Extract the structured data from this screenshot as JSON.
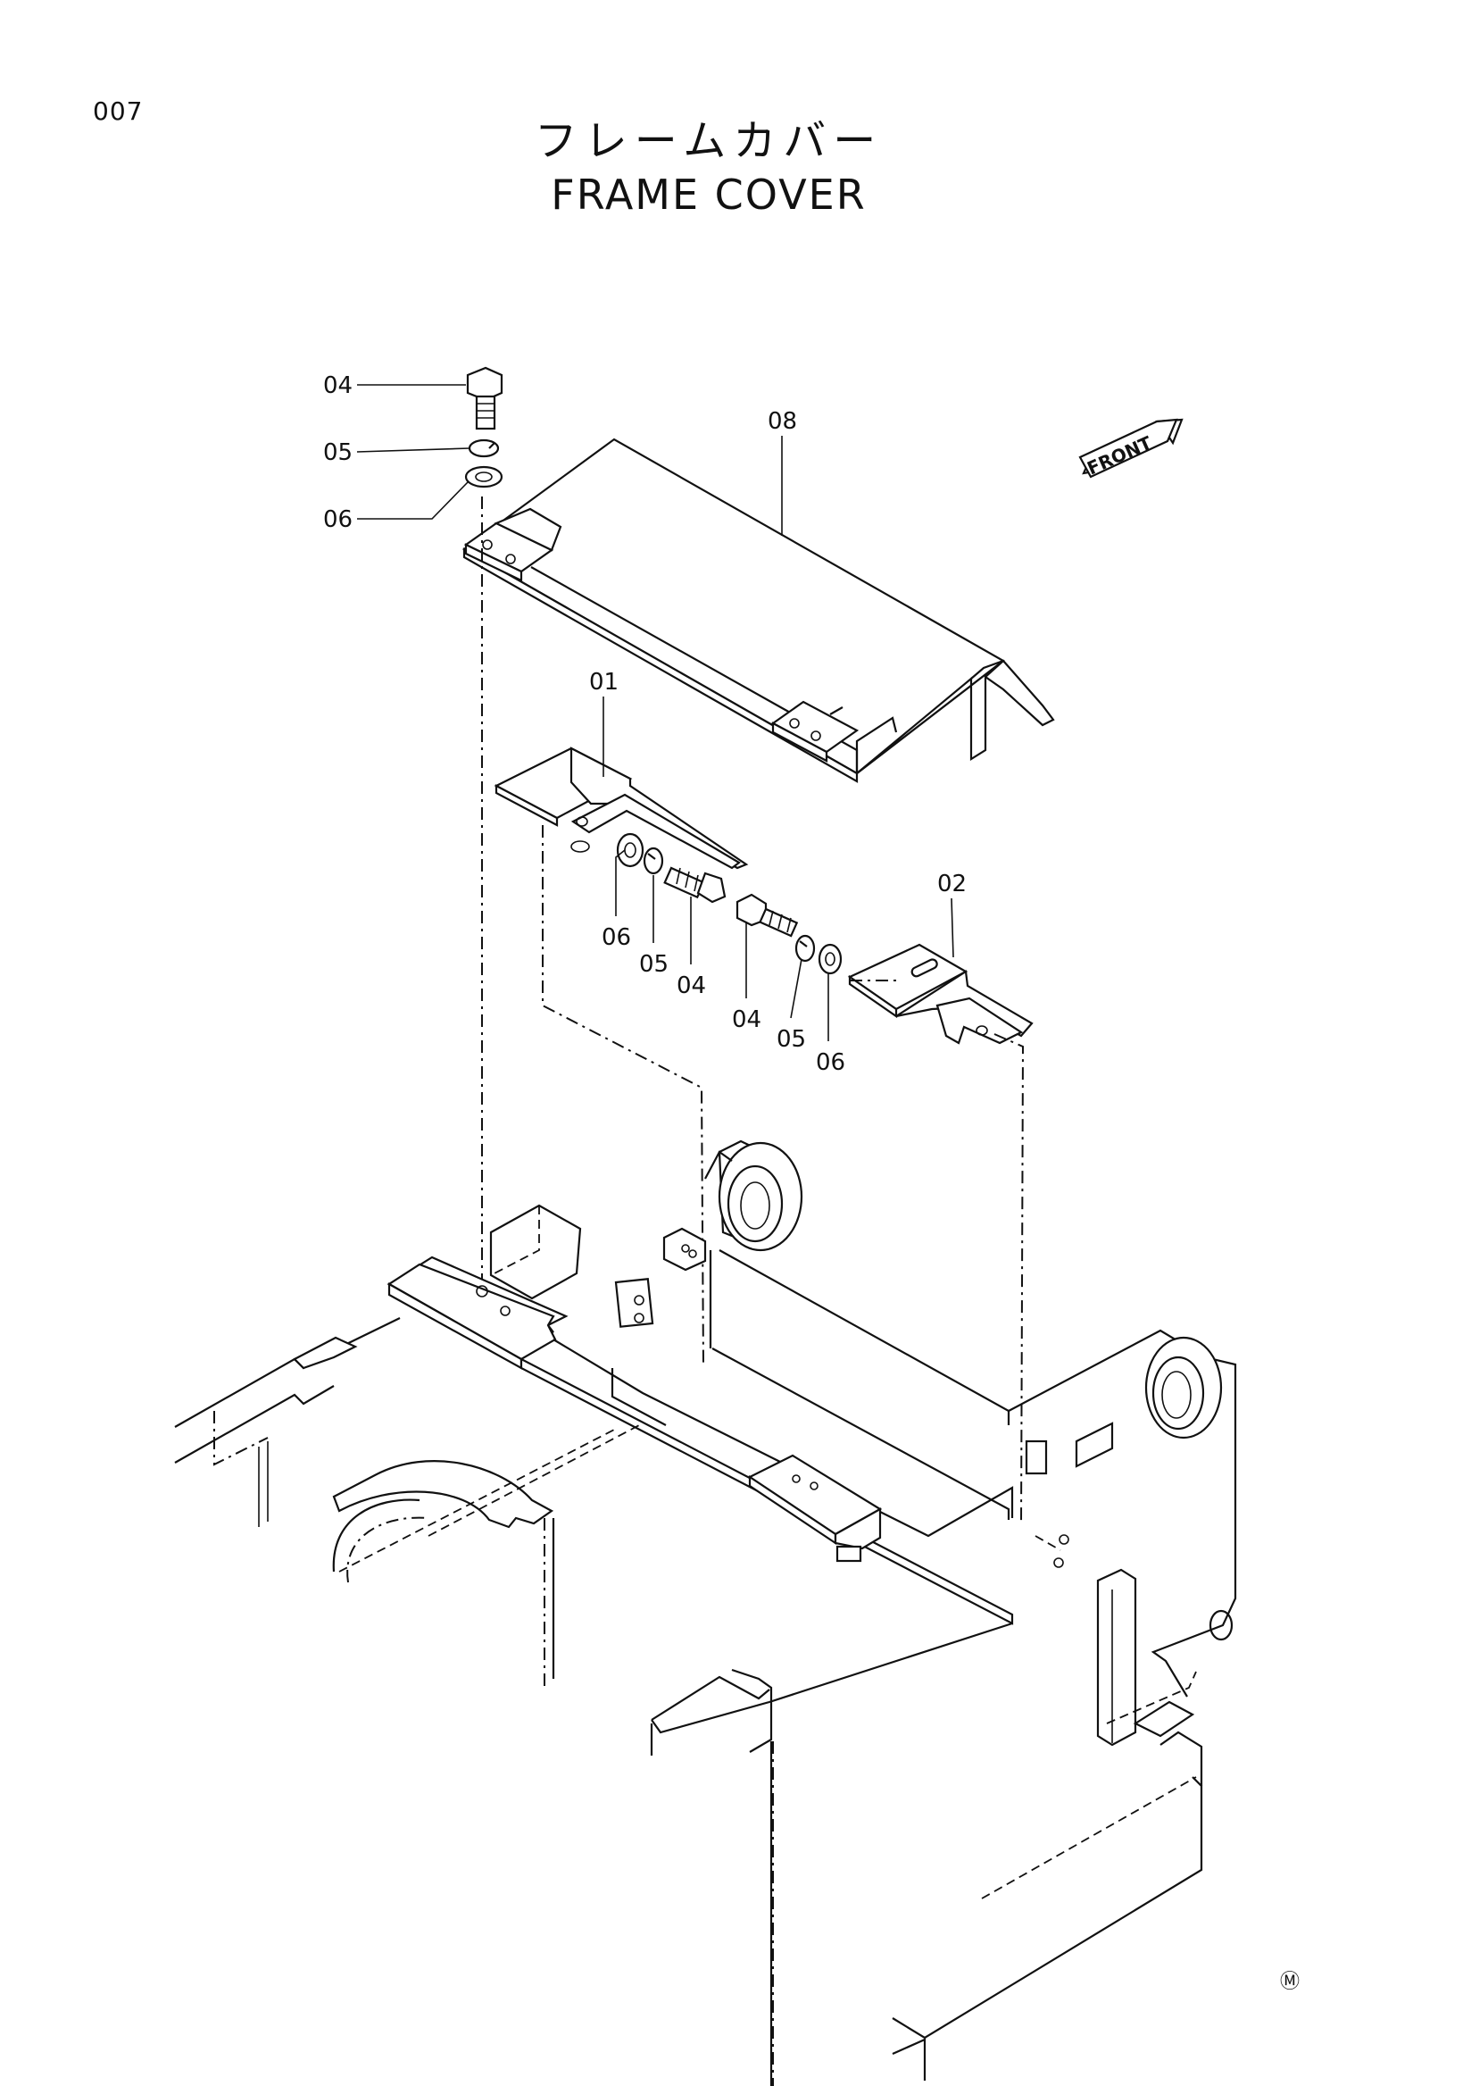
{
  "page": {
    "number": "007",
    "title_jp": "フレームカバー",
    "title_en": "FRAME COVER",
    "maker_mark": "Ⓜ"
  },
  "orientation": {
    "front_label": "FRONT"
  },
  "callouts": {
    "cover_hinge_bolt": "04",
    "cover_hinge_spring_washer": "05",
    "cover_hinge_washer": "06",
    "frame_cover": "08",
    "left_bracket": "01",
    "left_washer": "06",
    "left_spring_washer": "05",
    "left_bolt": "04",
    "right_bolt": "04",
    "right_spring_washer": "05",
    "right_washer": "06",
    "right_bracket": "02"
  }
}
